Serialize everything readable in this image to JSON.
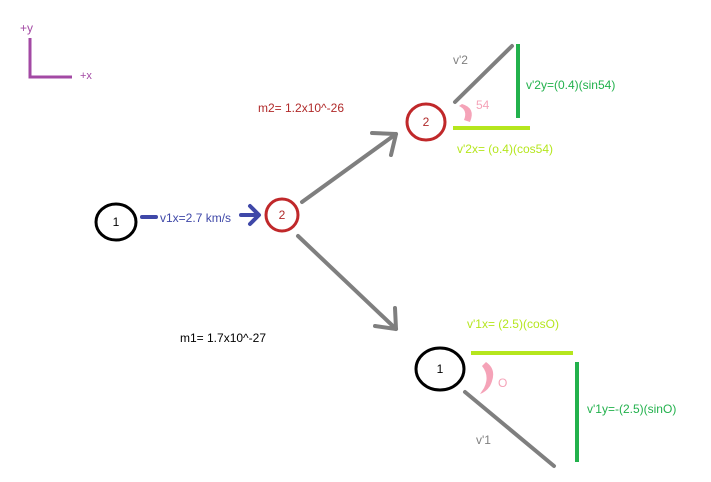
{
  "axes": {
    "y_label": "+y",
    "x_label": "+x"
  },
  "particles": {
    "incoming_1": "1",
    "target_2": "2",
    "outgoing_2": "2",
    "outgoing_1": "1"
  },
  "labels": {
    "v1x": "v1x=2.7 km/s",
    "m2": "m2= 1.2x10^-26",
    "m1": "m1= 1.7x10^-27",
    "v2_prime": "v'2",
    "v2y": "v'2y=(0.4)(sin54)",
    "angle_54": "54",
    "v2x": "v'2x= (o.4)(cos54)",
    "v1x_prime": "v'1x= (2.5)(cosO)",
    "angle_o": "O",
    "v1y_prime": "v'1y=-(2.5)(sinO)",
    "v1_prime": "v'1"
  },
  "colors": {
    "black": "#000000",
    "red": "#c0282a",
    "gray": "#7f7f7f",
    "navy": "#3f48a8",
    "purple": "#a349a4",
    "green": "#22b14c",
    "lime": "#b5e61d",
    "pink": "#f5a3b8",
    "dark_red": "#b02a2a"
  }
}
